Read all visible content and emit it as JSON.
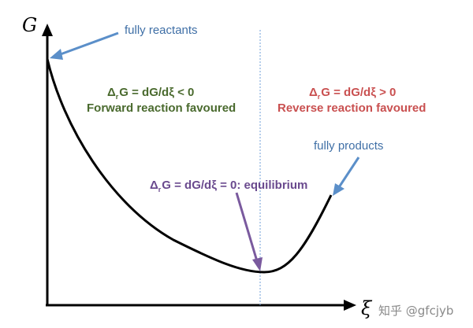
{
  "axes": {
    "y_label": "G",
    "x_label": "ξ"
  },
  "annotations": {
    "fully_reactants": "fully reactants",
    "fully_products": "fully products",
    "forward_eq_prefix": "Δ",
    "forward_eq_sub": "r",
    "forward_eq_body": "G = dG/dξ < 0",
    "forward_text": "Forward reaction favoured",
    "reverse_eq_prefix": "Δ",
    "reverse_eq_sub": "r",
    "reverse_eq_body": "G = dG/dξ > 0",
    "reverse_text": "Reverse reaction favoured",
    "equilibrium_eq_prefix": "Δ",
    "equilibrium_eq_sub": "r",
    "equilibrium_eq_body": "G = dG/dξ = 0: equilibrium"
  },
  "watermark": "知乎 @gfcjyb",
  "colors": {
    "forward": "#4a6a2e",
    "reverse": "#c95050",
    "equilibrium": "#6a4a8e",
    "arrow_blue": "#5b8fc9",
    "blue_text": "#3f6fa6",
    "dashed_line": "#6f9fd8",
    "curve": "#000000"
  }
}
